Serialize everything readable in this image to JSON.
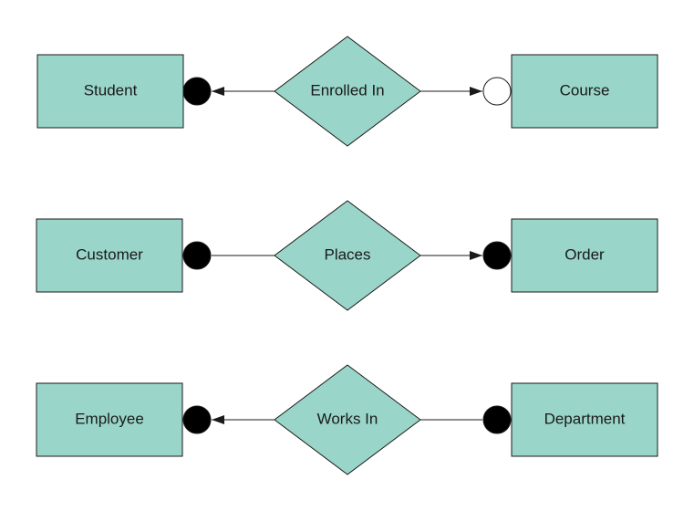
{
  "colors": {
    "shape_fill": "#99d5c9",
    "stroke": "#1a1a1a",
    "marker_filled": "#000000",
    "marker_open": "#ffffff"
  },
  "relationships": [
    {
      "name": "Enrolled In",
      "left_entity": "Student",
      "right_entity": "Course",
      "left_arrow": true,
      "left_marker": "filled-circle",
      "right_arrow": true,
      "right_marker": "open-circle"
    },
    {
      "name": "Places",
      "left_entity": "Customer",
      "right_entity": "Order",
      "left_arrow": false,
      "left_marker": "filled-circle",
      "right_arrow": true,
      "right_marker": "filled-circle"
    },
    {
      "name": "Works In",
      "left_entity": "Employee",
      "right_entity": "Department",
      "left_arrow": true,
      "left_marker": "filled-circle",
      "right_arrow": false,
      "right_marker": "filled-circle"
    }
  ]
}
